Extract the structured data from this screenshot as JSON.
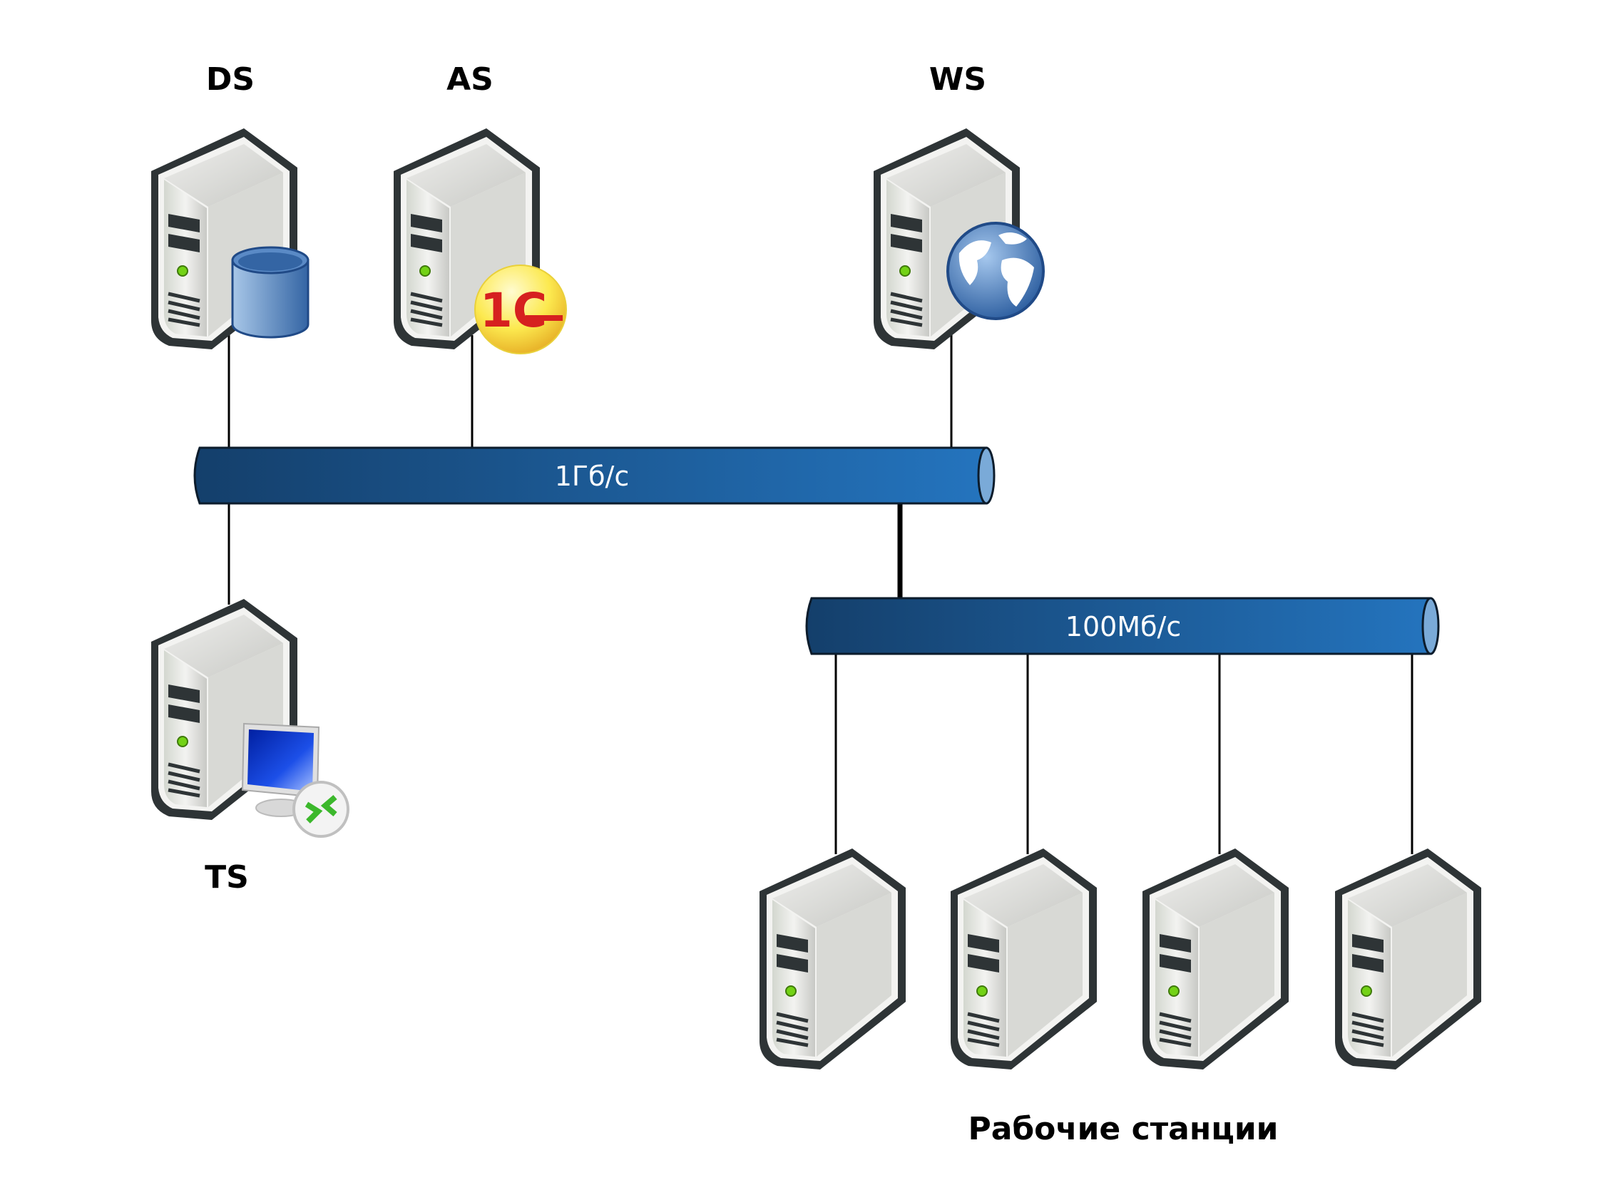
{
  "nodes": {
    "ds": {
      "label": "DS",
      "badge": "database-icon"
    },
    "as": {
      "label": "AS",
      "badge": "1c-logo-icon",
      "badge_text": "1C"
    },
    "ws": {
      "label": "WS",
      "badge": "globe-icon"
    },
    "ts": {
      "label": "TS",
      "badge": "remote-desktop-icon"
    }
  },
  "buses": {
    "main": {
      "label": "1Гб/с"
    },
    "secondary": {
      "label": "100Мб/с"
    }
  },
  "workstations": {
    "label": "Рабочие станции",
    "count": 4
  },
  "colors": {
    "bus_dark": "#143f6b",
    "bus_light": "#2474be",
    "bus_end": "#7aaad8",
    "server_outline": "#2e3436",
    "led": "#4e9a06"
  }
}
